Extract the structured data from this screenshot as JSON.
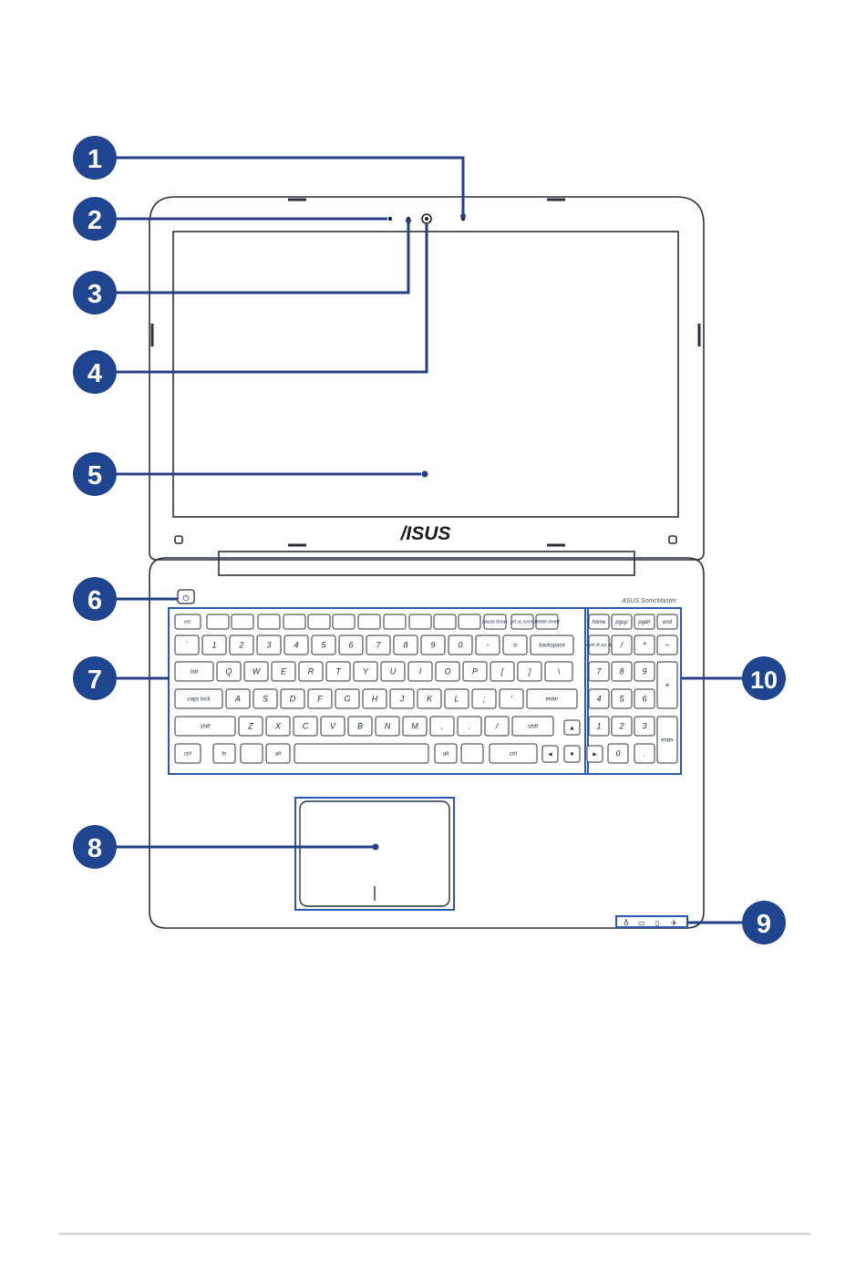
{
  "brand": {
    "logo": "/ISUS",
    "audio_badge": "ASUS SonicMaster"
  },
  "callouts": [
    {
      "label": "1",
      "part": "microphone"
    },
    {
      "label": "2",
      "part": "microphone"
    },
    {
      "label": "3",
      "part": "camera-indicator"
    },
    {
      "label": "4",
      "part": "camera"
    },
    {
      "label": "5",
      "part": "display-panel"
    },
    {
      "label": "6",
      "part": "power-button"
    },
    {
      "label": "7",
      "part": "keyboard"
    },
    {
      "label": "8",
      "part": "touchpad"
    },
    {
      "label": "9",
      "part": "status-indicators"
    },
    {
      "label": "10",
      "part": "numeric-keypad"
    }
  ],
  "colors": {
    "callout": "#1f4590",
    "line": "#233f85",
    "outline": "#2c2f3a",
    "highlight": "#2b57b8"
  },
  "keyboard": {
    "rows": [
      [
        "esc",
        "",
        "",
        "",
        "",
        "",
        "",
        "",
        "",
        "",
        "",
        "",
        "pause break",
        "prt sc sysrq",
        "delete insert"
      ],
      [
        "`",
        "1",
        "2",
        "3",
        "4",
        "5",
        "6",
        "7",
        "8",
        "9",
        "0",
        "-",
        "=",
        "backspace"
      ],
      [
        "tab",
        "Q",
        "W",
        "E",
        "R",
        "T",
        "Y",
        "U",
        "I",
        "O",
        "P",
        "[",
        "]",
        "\\"
      ],
      [
        "caps lock",
        "A",
        "S",
        "D",
        "F",
        "G",
        "H",
        "J",
        "K",
        "L",
        ";",
        "'",
        "enter"
      ],
      [
        "shift",
        "Z",
        "X",
        "C",
        "V",
        "B",
        "N",
        "M",
        ",",
        ".",
        "/",
        "shift"
      ],
      [
        "ctrl",
        "fn",
        "",
        "alt",
        "",
        "alt",
        "",
        "ctrl"
      ]
    ],
    "arrows": [
      "▲",
      "◄",
      "▼",
      "►"
    ]
  },
  "numpad": {
    "top": [
      "home",
      "pgup",
      "pgdn",
      "end"
    ],
    "row1": [
      "num lk scr lk",
      "/",
      "*",
      "−"
    ],
    "row2": [
      "7",
      "8",
      "9",
      "+"
    ],
    "row3": [
      "4",
      "5",
      "6"
    ],
    "row4": [
      "1",
      "2",
      "3",
      "enter"
    ],
    "row5": [
      "0",
      "."
    ]
  }
}
